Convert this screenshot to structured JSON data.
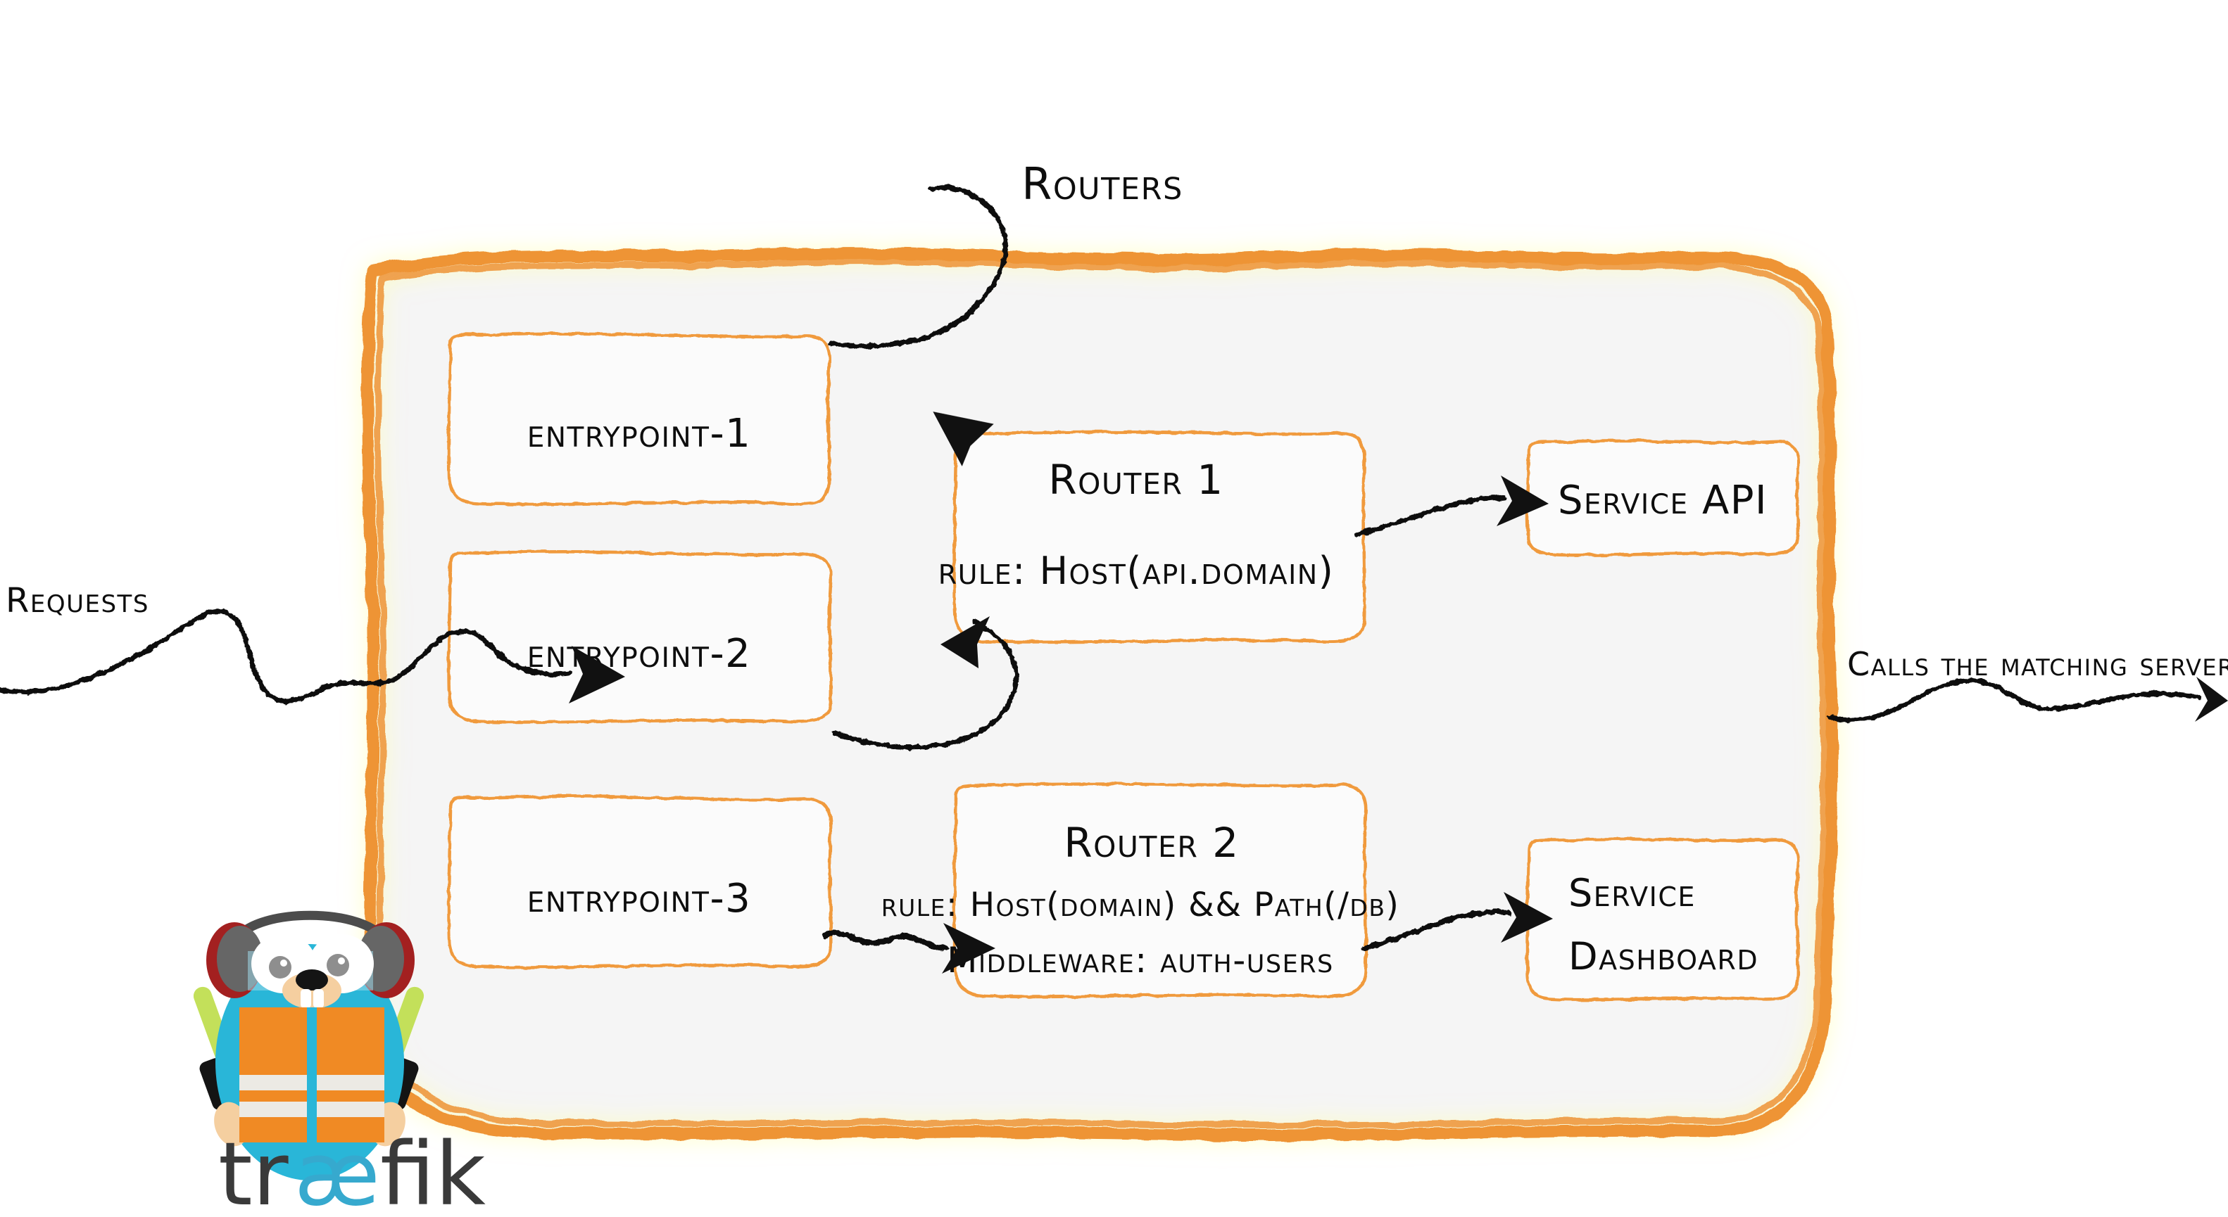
{
  "diagram": {
    "title": "Routers",
    "type": "traefik-routing-architecture",
    "colors": {
      "accent_orange": "#ee9435",
      "panel_fill": "#f5f5f5",
      "box_fill": "#fbfbfb",
      "ink": "#0d0d0d",
      "gopher_body": "#29b6d8",
      "gopher_vest": "#f08a24",
      "gopher_wand": "#c3e05a",
      "logo_dark": "#3a3a3a",
      "logo_cyan": "#36a9ce"
    }
  },
  "labels": {
    "requests": "Requests",
    "calls_matching_server": "Calls the matching server"
  },
  "entrypoints": [
    {
      "id": "entrypoint-1",
      "label": "entrypoint-1"
    },
    {
      "id": "entrypoint-2",
      "label": "entrypoint-2"
    },
    {
      "id": "entrypoint-3",
      "label": "entrypoint-3"
    }
  ],
  "routers": [
    {
      "id": "router-1",
      "name": "Router 1",
      "lines": [
        "rule: Host(api.domain)"
      ]
    },
    {
      "id": "router-2",
      "name": "Router 2",
      "lines": [
        "rule: Host(domain) && Path(/db)",
        "Middleware: auth-users"
      ]
    }
  ],
  "services": [
    {
      "id": "service-api",
      "lines": [
        "Service API"
      ]
    },
    {
      "id": "service-dashboard",
      "lines": [
        "Service",
        "Dashboard"
      ]
    }
  ],
  "logo": {
    "wordmark_pre": "tr",
    "wordmark_ae": "æ",
    "wordmark_post": "fik",
    "alt": "traefik"
  }
}
